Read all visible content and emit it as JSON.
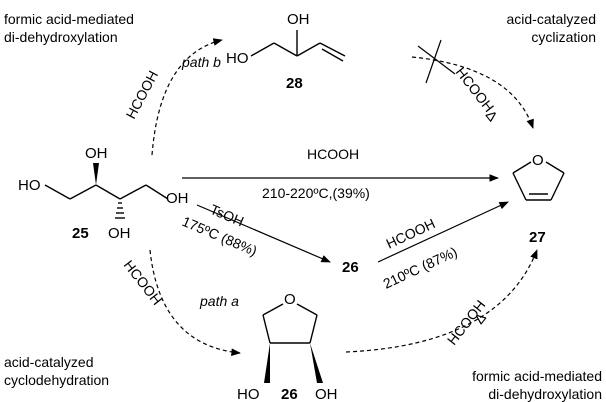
{
  "annotations": {
    "top_left_line1": "formic acid-mediated",
    "top_left_line2": "di-dehydroxylation",
    "top_right_line1": "acid-catalyzed",
    "top_right_line2": "cyclization",
    "bottom_left_line1": "acid-catalyzed",
    "bottom_left_line2": "cyclodehydration",
    "bottom_right_line1": "formic acid-mediated",
    "bottom_right_line2": "di-dehydroxylation"
  },
  "paths": {
    "path_b": "path b",
    "path_a": "path a"
  },
  "reagents": {
    "hcooh": "HCOOH",
    "tsoh": "TsOH",
    "direct_conditions": "210-220ºC,(39%)",
    "tsoh_conditions": "175ºC (88%)",
    "second_conditions": "210ºC (87%)",
    "delta": "Δ"
  },
  "compounds": {
    "c25": "25",
    "c28": "28",
    "c26": "26",
    "c27": "27"
  },
  "atoms": {
    "oh": "OH",
    "ho": "HO",
    "o": "O"
  }
}
